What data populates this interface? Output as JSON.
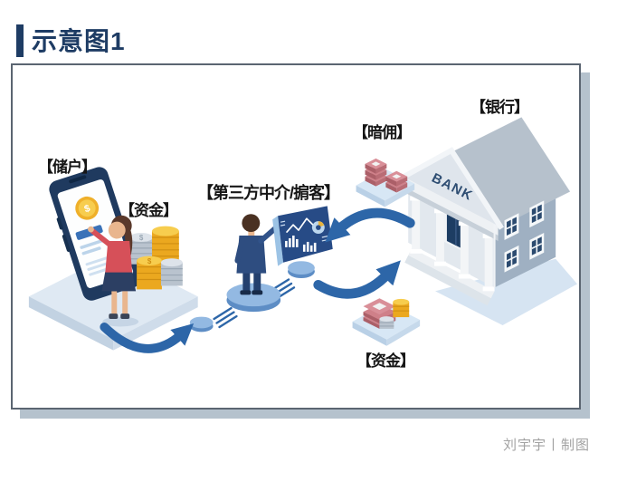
{
  "page": {
    "title": "示意图1",
    "credit": "刘宇宇丨制图"
  },
  "diagram": {
    "labels": {
      "depositor": "【储户】",
      "funds_left": "【资金】",
      "intermediary": "【第三方中介/掮客】",
      "hidden_commission": "【暗佣】",
      "bank": "【银行】",
      "funds_bottom": "【资金】"
    },
    "bank_sign": "BANK",
    "coin_symbol": "$",
    "colors": {
      "accent_navy": "#1e3c64",
      "arrow_blue": "#2d66a8",
      "platform_blue": "#dce7f2",
      "gold": "#f0b230",
      "banknote_red": "#c0707b",
      "bank_gray": "#b6c1cc",
      "label_black": "#161616",
      "credit_gray": "#a2a2a2",
      "frame_border": "#5b6571",
      "frame_shadow": "#b5c2cd"
    }
  }
}
